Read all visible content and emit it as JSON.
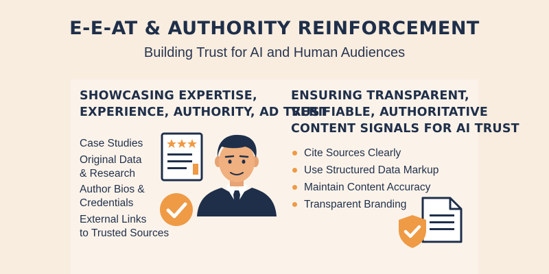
{
  "header": {
    "title": "E-E-AT & AUTHORITY REINFORCEMENT",
    "subtitle": "Building Trust for AI and Human Audiences"
  },
  "left": {
    "heading_lines": [
      "SHOWCASING EXPERTISE,",
      "EXPERIENCE, AUTHORITY, AD TRUST"
    ],
    "items": [
      [
        "Case Studies"
      ],
      [
        "Original Data",
        "& Research"
      ],
      [
        "Author Bios &",
        "Credentials"
      ],
      [
        "External Links",
        "to Trusted Sources"
      ]
    ]
  },
  "right": {
    "heading_lines": [
      "ENSURING TRANSPARENT,",
      "VERIFIABLE, AUTHORITATIVE",
      "CONTENT SIGNALS FOR AI TRUST"
    ],
    "bullets": [
      "Cite Sources Clearly",
      "Use Structured Data Markup",
      "Maintain Content Accuracy",
      "Transparent Branding"
    ]
  },
  "icons": [
    "rating-document-icon",
    "person-icon",
    "checkmark-badge-icon",
    "document-icon",
    "shield-check-icon"
  ],
  "colors": {
    "background": "#f8eddf",
    "panel": "#fbf3ea",
    "navy": "#1f2f4a",
    "accent_orange": "#ef9a45"
  }
}
